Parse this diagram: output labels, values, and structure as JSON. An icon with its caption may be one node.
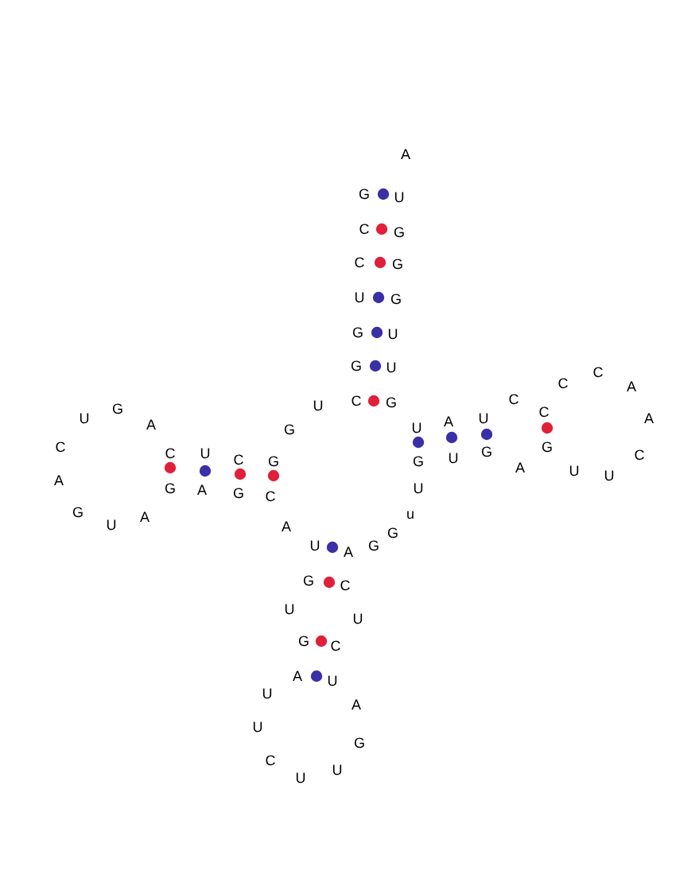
{
  "diagram": {
    "labels": [
      "A",
      "G",
      "U",
      "C",
      "G",
      "C",
      "G",
      "U",
      "G",
      "G",
      "U",
      "G",
      "U",
      "C",
      "C",
      "A",
      "C",
      "C",
      "G",
      "U",
      "G",
      "C",
      "U",
      "A",
      "U",
      "A",
      "A",
      "U",
      "G",
      "C",
      "G",
      "G",
      "C",
      "U",
      "C",
      "U",
      "C",
      "G",
      "G",
      "A",
      "U",
      "U",
      "A",
      "G",
      "U",
      "A",
      "G",
      "C",
      "G",
      "u",
      "A",
      "U",
      "A",
      "G",
      "U",
      "G",
      "A",
      "G",
      "C",
      "U",
      "U",
      "G",
      "C",
      "A",
      "U",
      "U",
      "A",
      "U",
      "G",
      "C",
      "U",
      "U"
    ]
  }
}
